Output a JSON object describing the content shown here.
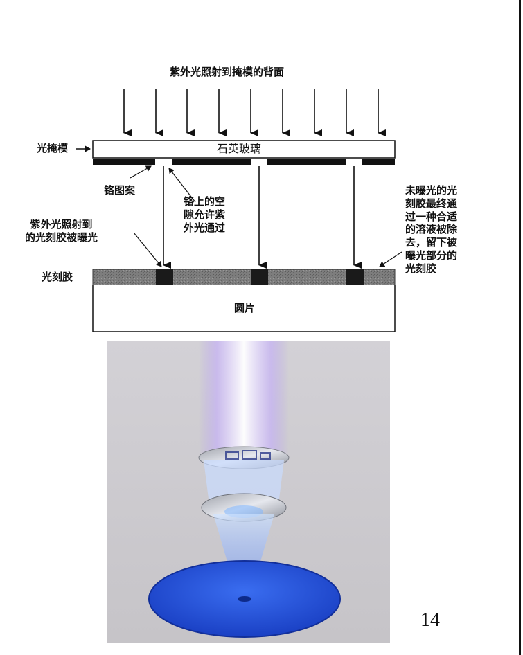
{
  "diagram": {
    "title": "紫外光照射到掩模的背面",
    "mask_label": "光掩模",
    "glass_label": "石英玻璃",
    "chrome_label": "铬图案",
    "gap_label_lines": [
      "铬上的空",
      "隙允许紫",
      "外光通过"
    ],
    "exposed_label_lines": [
      "紫外光照射到",
      "的光刻胶被曝光"
    ],
    "photoresist_label": "光刻胶",
    "wafer_label": "圆片",
    "removed_label_lines": [
      "未曝光的光",
      "刻胶最终通",
      "过一种合适",
      "的溶液被除",
      "去，留下被",
      "曝光部分的",
      "光刻胶"
    ]
  },
  "page": {
    "number": "14"
  },
  "colors": {
    "chrome": "#111111",
    "photoresist": "#808080",
    "exposed_resist": "#1a1a1a",
    "background": "#ffffff",
    "photo_background": "#cfcdd2",
    "wafer_blue": "#1f4fd8"
  }
}
